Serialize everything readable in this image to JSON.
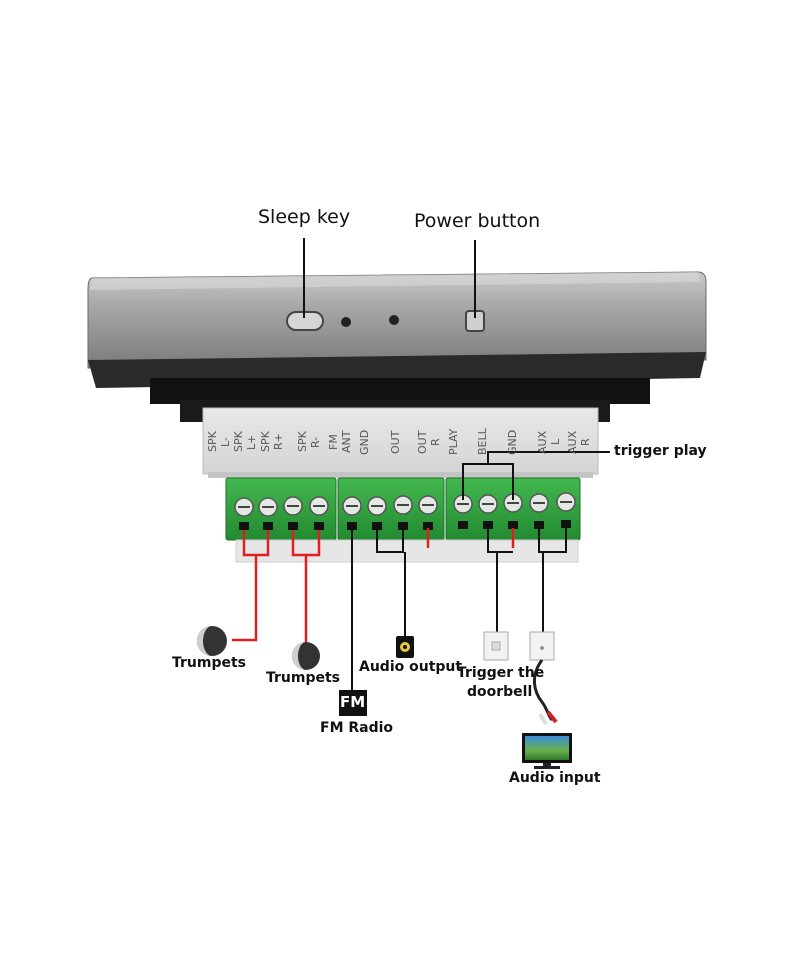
{
  "top_labels": {
    "sleep_key": "Sleep key",
    "power_button": "Power button"
  },
  "terminals": [
    {
      "line1": "SPK",
      "line2": "L-"
    },
    {
      "line1": "SPK",
      "line2": "L+"
    },
    {
      "line1": "SPK",
      "line2": "R+"
    },
    {
      "line1": "SPK",
      "line2": "R-"
    },
    {
      "line1": "FM",
      "line2": "ANT"
    },
    {
      "line1": "GND",
      "line2": ""
    },
    {
      "line1": "OUT",
      "line2": ""
    },
    {
      "line1": "OUT",
      "line2": "R"
    },
    {
      "line1": "PLAY",
      "line2": ""
    },
    {
      "line1": "BELL",
      "line2": ""
    },
    {
      "line1": "GND",
      "line2": ""
    },
    {
      "line1": "AUX",
      "line2": "L"
    },
    {
      "line1": "AUX",
      "line2": "R"
    }
  ],
  "callouts": {
    "trigger_play": "trigger play",
    "trumpets_left": "Trumpets",
    "trumpets_right": "Trumpets",
    "fm_icon": "FM",
    "fm_radio": "FM Radio",
    "audio_output": "Audio output",
    "trigger_doorbell_1": "Trigger the",
    "trigger_doorbell_2": "doorbell",
    "audio_input": "Audio input"
  },
  "colors": {
    "panel": "#9a9a9a",
    "terminal_block": "#2fa33f",
    "red_wire": "#e02020",
    "black_wire": "#111111"
  }
}
